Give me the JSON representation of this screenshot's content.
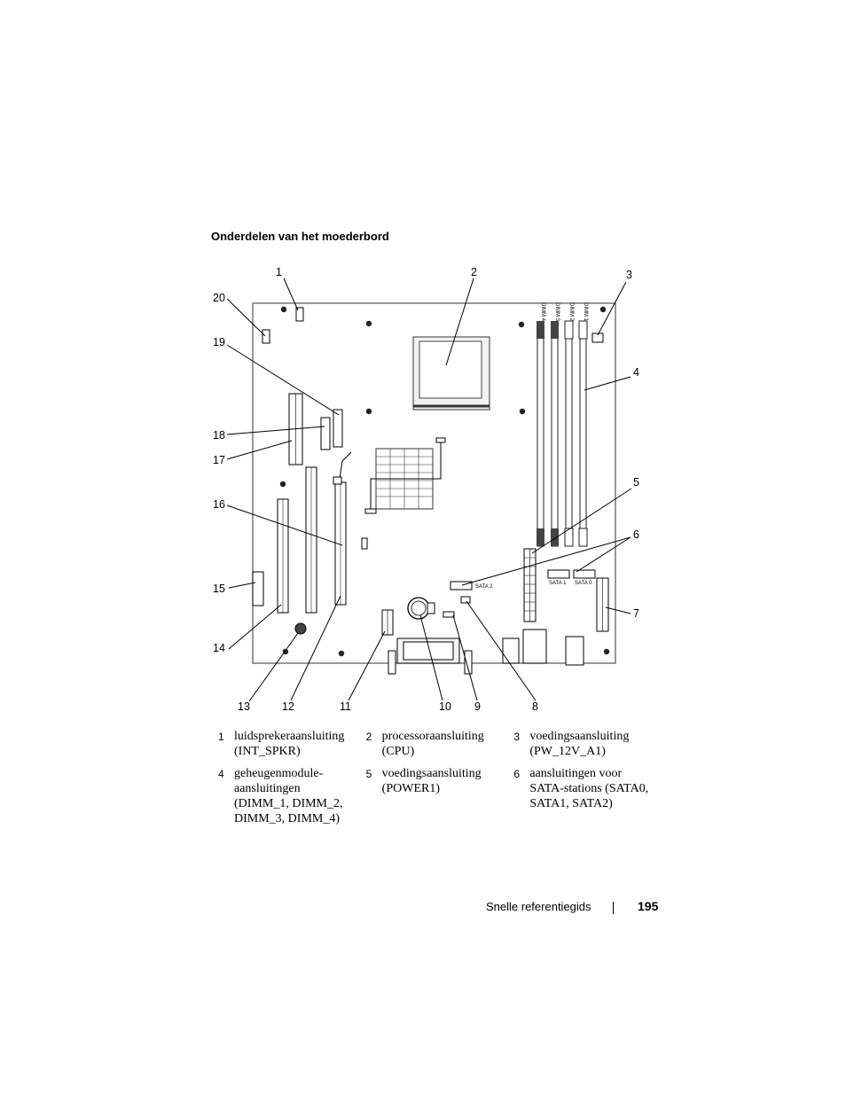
{
  "title": "Onderdelen van het moederbord",
  "silkscreen": {
    "dimm_4": "DIMM 4",
    "dimm_3": "DIMM 3",
    "dimm_2": "DIMM 2",
    "dimm_1": "DIMM 1",
    "sata2": "SATA 2",
    "sata1": "SATA 1",
    "sata0": "SATA 0"
  },
  "callouts": [
    "1",
    "2",
    "3",
    "4",
    "5",
    "6",
    "7",
    "8",
    "9",
    "10",
    "11",
    "12",
    "13",
    "14",
    "15",
    "16",
    "17",
    "18",
    "19",
    "20"
  ],
  "legend": [
    {
      "num": "1",
      "text": "luidsprekeraansluiting (INT_SPKR)"
    },
    {
      "num": "2",
      "text": "processoraansluiting (CPU)"
    },
    {
      "num": "3",
      "text": "voedingsaansluiting (PW_12V_A1)"
    },
    {
      "num": "4",
      "text": "geheugenmodule-aansluitingen (DIMM_1, DIMM_2, DIMM_3, DIMM_4)"
    },
    {
      "num": "5",
      "text": "voedingsaansluiting (POWER1)"
    },
    {
      "num": "6",
      "text": "aansluitingen voor SATA-stations (SATA0, SATA1, SATA2)"
    }
  ],
  "footer": {
    "section": "Snelle referentiegids",
    "page": "195"
  }
}
